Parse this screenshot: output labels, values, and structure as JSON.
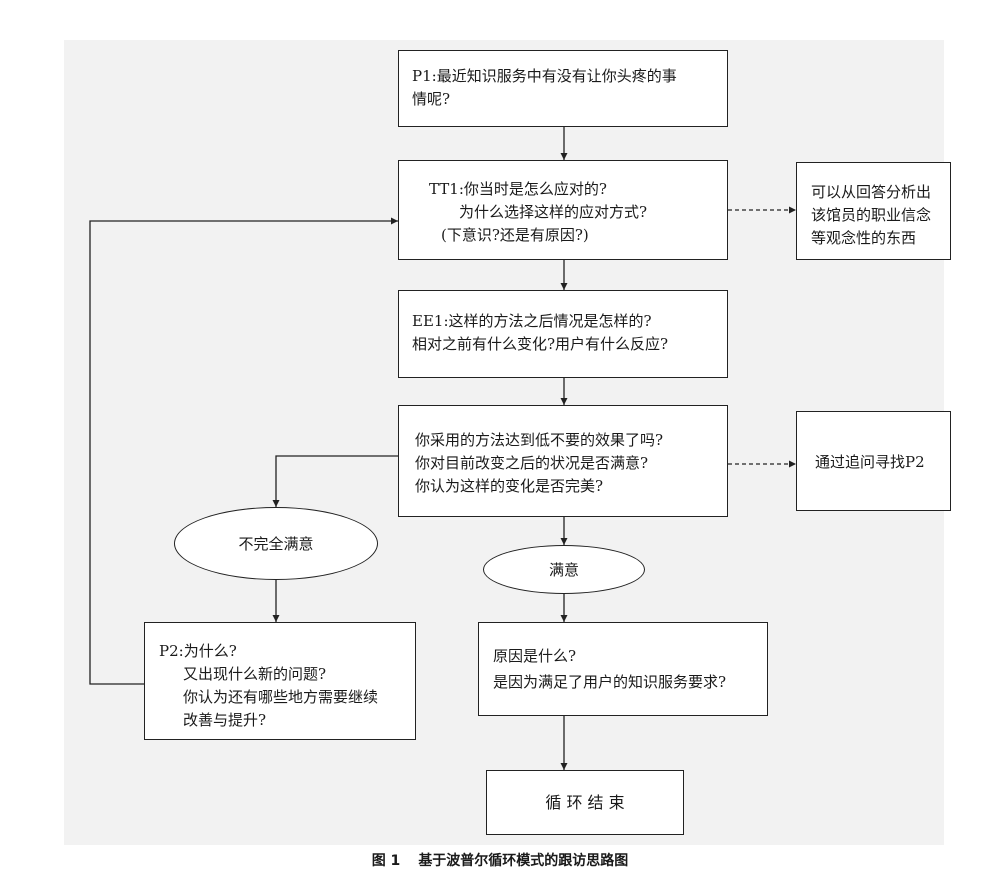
{
  "nodes": {
    "p1": [
      "P1:最近知识服务中有没有让你头疼的事",
      "情呢?"
    ],
    "tt1": [
      "TT1:你当时是怎么应对的?",
      "为什么选择这样的应对方式?",
      "(下意识?还是有原因?)"
    ],
    "note_belief": [
      "可以从回答分析出",
      "该馆员的职业信念",
      "等观念性的东西"
    ],
    "ee1": [
      "EE1:这样的方法之后情况是怎样的?",
      "相对之前有什么变化?用户有什么反应?"
    ],
    "question": [
      "你采用的方法达到低不要的效果了吗?",
      "你对目前改变之后的状况是否满意?",
      "你认为这样的变化是否完美?"
    ],
    "note_p2": "通过追问寻找P2",
    "not_satisfied": "不完全满意",
    "satisfied": "满意",
    "p2": [
      "P2:为什么?",
      "又出现什么新的问题?",
      "你认为还有哪些地方需要继续",
      "改善与提升?"
    ],
    "reason": [
      "原因是什么?",
      "是因为满足了用户的知识服务要求?"
    ],
    "end": "循 环 结 束"
  },
  "caption": {
    "figure_no": "图 1",
    "title": "基于波普尔循环模式的跟访思路图"
  }
}
